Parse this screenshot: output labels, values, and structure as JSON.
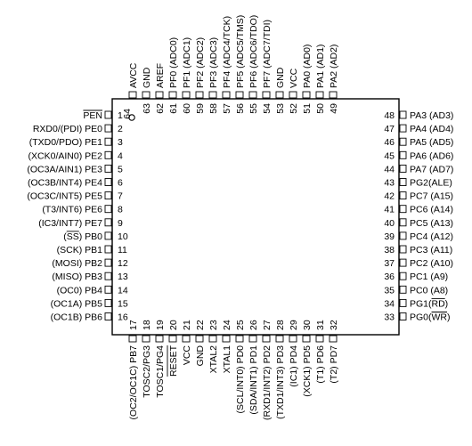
{
  "chip": {
    "marker": "64",
    "left_pins": [
      {
        "num": "1",
        "name": "PEN",
        "over": "PEN",
        "pre": ""
      },
      {
        "num": "2",
        "name": "PE0",
        "pre": "RXD0/(PDI) "
      },
      {
        "num": "3",
        "name": "PE1",
        "pre": "(TXD0/PDO) "
      },
      {
        "num": "4",
        "name": "PE2",
        "pre": "(XCK0/AIN0) "
      },
      {
        "num": "5",
        "name": "PE3",
        "pre": "(OC3A/AIN1) "
      },
      {
        "num": "6",
        "name": "PE4",
        "pre": "(OC3B/INT4) "
      },
      {
        "num": "7",
        "name": "PE5",
        "pre": "(OC3C/INT5) "
      },
      {
        "num": "8",
        "name": "PE6",
        "pre": "(T3/INT6) "
      },
      {
        "num": "9",
        "name": "PE7",
        "pre": "(IC3/INT7) "
      },
      {
        "num": "10",
        "name": "PB0",
        "pre": "(",
        "over": "SS",
        "post": ") "
      },
      {
        "num": "11",
        "name": "PB1",
        "pre": "(SCK) "
      },
      {
        "num": "12",
        "name": "PB2",
        "pre": "(MOSI) "
      },
      {
        "num": "13",
        "name": "PB3",
        "pre": "(MISO) "
      },
      {
        "num": "14",
        "name": "PB4",
        "pre": "(OC0) "
      },
      {
        "num": "15",
        "name": "PB5",
        "pre": "(OC1A) "
      },
      {
        "num": "16",
        "name": "PB6",
        "pre": "(OC1B) "
      }
    ],
    "right_pins": [
      {
        "num": "48",
        "text": "PA3 (AD3)"
      },
      {
        "num": "47",
        "text": "PA4 (AD4)"
      },
      {
        "num": "46",
        "text": "PA5 (AD5)"
      },
      {
        "num": "45",
        "text": "PA6 (AD6)"
      },
      {
        "num": "44",
        "text": "PA7 (AD7)"
      },
      {
        "num": "43",
        "text": "PG2(ALE)"
      },
      {
        "num": "42",
        "text": "PC7 (A15)"
      },
      {
        "num": "41",
        "text": "PC6 (A14)"
      },
      {
        "num": "40",
        "text": "PC5 (A13)"
      },
      {
        "num": "39",
        "text": "PC4 (A12)"
      },
      {
        "num": "38",
        "text": "PC3 (A11)"
      },
      {
        "num": "37",
        "text": "PC2 (A10)"
      },
      {
        "num": "36",
        "text": "PC1 (A9)"
      },
      {
        "num": "35",
        "text": "PC0 (A8)"
      },
      {
        "num": "34",
        "text": "PG1(",
        "over": "RD",
        "post": ")"
      },
      {
        "num": "33",
        "text": "PG0(",
        "over": "WR",
        "post": ")"
      }
    ],
    "top_pins": [
      {
        "num": "64",
        "text": "AVCC"
      },
      {
        "num": "63",
        "text": "GND"
      },
      {
        "num": "62",
        "text": "AREF"
      },
      {
        "num": "61",
        "text": "PF0 (ADC0)"
      },
      {
        "num": "60",
        "text": "PF1 (ADC1)"
      },
      {
        "num": "59",
        "text": "PF2 (ADC2)"
      },
      {
        "num": "58",
        "text": "PF3 (ADC3)"
      },
      {
        "num": "57",
        "text": "PF4 (ADC4/TCK)"
      },
      {
        "num": "56",
        "text": "PF5 (ADC5/TMS)"
      },
      {
        "num": "55",
        "text": "PF6 (ADC6/TDO)"
      },
      {
        "num": "54",
        "text": "PF7 (ADC7/TDI)"
      },
      {
        "num": "53",
        "text": "GND"
      },
      {
        "num": "52",
        "text": "VCC"
      },
      {
        "num": "51",
        "text": "PA0 (AD0)"
      },
      {
        "num": "50",
        "text": "PA1 (AD1)"
      },
      {
        "num": "49",
        "text": "PA2 (AD2)"
      }
    ],
    "bottom_pins": [
      {
        "num": "17",
        "text": "(OC2/OC1C) PB7"
      },
      {
        "num": "18",
        "text": "TOSC2/PG3"
      },
      {
        "num": "19",
        "text": "TOSC1/PG4"
      },
      {
        "num": "20",
        "text": "RESET",
        "over": "RESET"
      },
      {
        "num": "21",
        "text": "VCC"
      },
      {
        "num": "22",
        "text": "GND"
      },
      {
        "num": "23",
        "text": "XTAL2"
      },
      {
        "num": "24",
        "text": "XTAL1"
      },
      {
        "num": "25",
        "text": "(SCL/INT0) PD0"
      },
      {
        "num": "26",
        "text": "(SDA/INT1) PD1"
      },
      {
        "num": "27",
        "text": "(RXD1/INT2) PD2"
      },
      {
        "num": "28",
        "text": "(TXD1/INT3) PD3"
      },
      {
        "num": "29",
        "text": "(IC1) PD4"
      },
      {
        "num": "30",
        "text": "(XCK1) PD5"
      },
      {
        "num": "31",
        "text": "(T1) PD6"
      },
      {
        "num": "32",
        "text": "(T2) PD7"
      }
    ]
  }
}
